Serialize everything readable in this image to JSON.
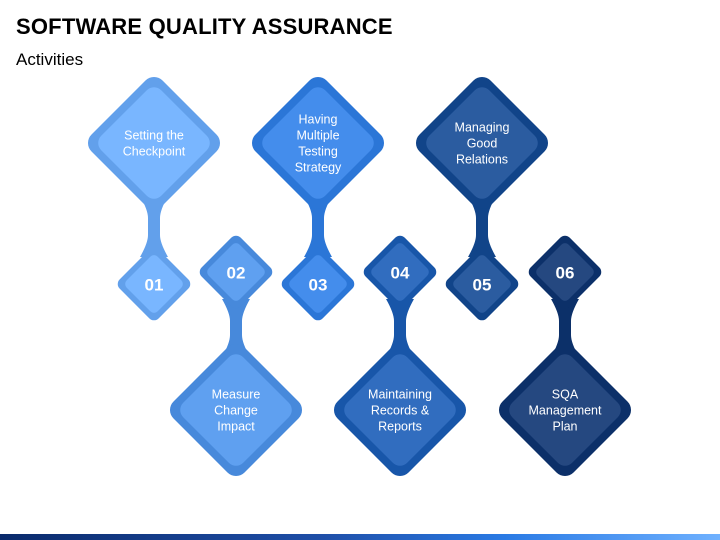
{
  "title": "SOFTWARE QUALITY ASSURANCE",
  "subtitle": "Activities",
  "items": [
    {
      "number": "01",
      "label_lines": [
        "Setting the",
        "Checkpoint"
      ],
      "color": "#6aaeff"
    },
    {
      "number": "02",
      "label_lines": [
        "Measure",
        "Change",
        "Impact"
      ],
      "color": "#4d95ee"
    },
    {
      "number": "03",
      "label_lines": [
        "Having",
        "Multiple",
        "Testing",
        "Strategy"
      ],
      "color": "#2f80ea"
    },
    {
      "number": "04",
      "label_lines": [
        "Maintaining",
        "Records &",
        "Reports"
      ],
      "color": "#1a5db8"
    },
    {
      "number": "05",
      "label_lines": [
        "Managing",
        "Good",
        "Relations"
      ],
      "color": "#134a95"
    },
    {
      "number": "06",
      "label_lines": [
        "SQA",
        "Management",
        "Plan"
      ],
      "color": "#0d3472"
    }
  ]
}
